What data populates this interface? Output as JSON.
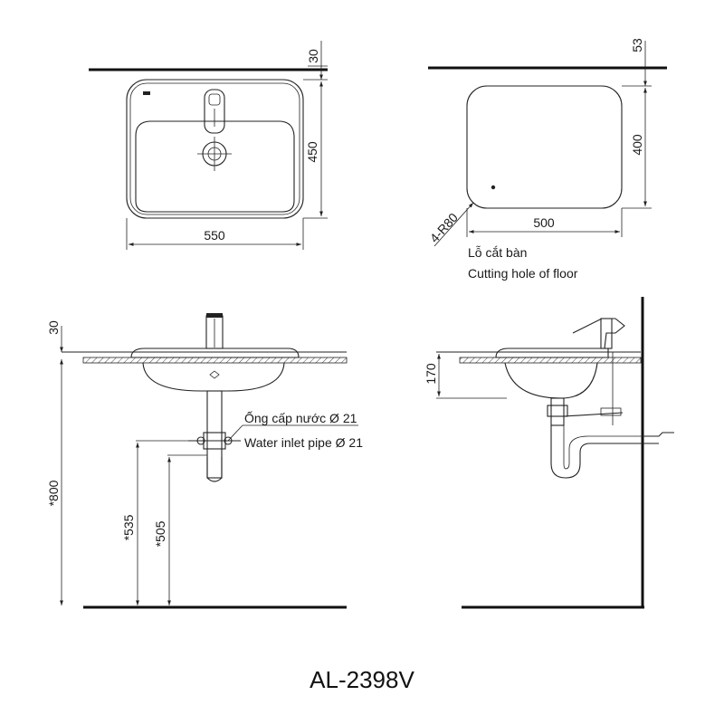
{
  "top_view": {
    "dim_slab": "30",
    "dim_depth": "450",
    "dim_width": "550"
  },
  "cutout_view": {
    "dim_slab": "53",
    "dim_depth": "400",
    "dim_width": "500",
    "dim_radius": "4-R80",
    "label_vi": "Lỗ cắt bàn",
    "label_en": "Cutting hole of floor"
  },
  "front_view": {
    "dim_slab": "30",
    "dim_height": "*800",
    "dim_535": "*535",
    "dim_505": "*505",
    "label_vi": "Ống cấp nước Ø 21",
    "label_en": "Water inlet pipe Ø 21"
  },
  "side_view": {
    "dim_170": "170"
  },
  "model_name": "AL-2398V",
  "colors": {
    "ink": "#222222",
    "background": "#ffffff"
  }
}
